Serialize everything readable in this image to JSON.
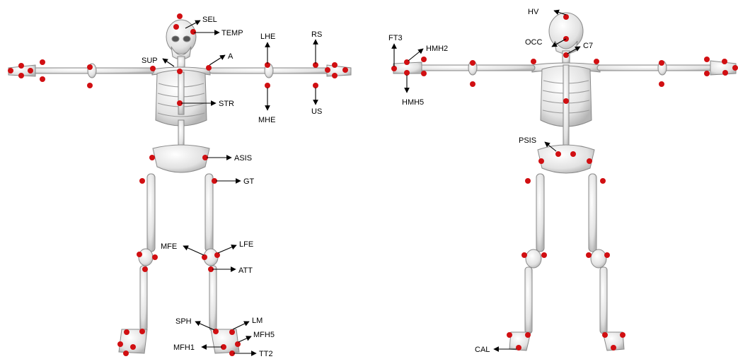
{
  "colors": {
    "marker": "#d10f12",
    "bone_fill": "#e9e9e9",
    "bone_stroke": "#8a8a8a",
    "arrow": "#000000"
  },
  "anterior_labels": {
    "SEL": "SEL",
    "TEMP": "TEMP",
    "SUP": "SUP",
    "A": "A",
    "LHE": "LHE",
    "MHE": "MHE",
    "RS": "RS",
    "US": "US",
    "STR": "STR",
    "ASIS": "ASIS",
    "GT": "GT",
    "MFE": "MFE",
    "LFE": "LFE",
    "ATT": "ATT",
    "SPH": "SPH",
    "LM": "LM",
    "MFH5": "MFH5",
    "MFH1": "MFH1",
    "TT2": "TT2"
  },
  "posterior_labels": {
    "HV": "HV",
    "OCC": "OCC",
    "C7": "C7",
    "FT3": "FT3",
    "HMH2": "HMH2",
    "HMH5": "HMH5",
    "PSIS": "PSIS",
    "CAL": "CAL"
  }
}
